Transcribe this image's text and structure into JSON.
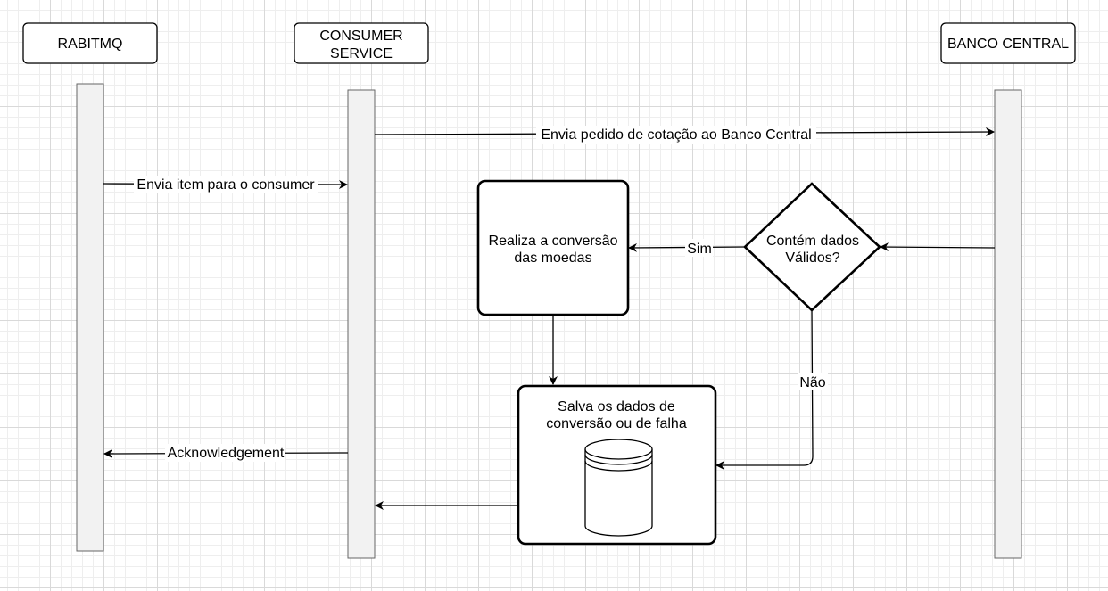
{
  "participants": {
    "rabbitmq": "RABITMQ",
    "consumer_line1": "CONSUMER",
    "consumer_line2": "SERVICE",
    "banco_central": "BANCO CENTRAL"
  },
  "process": {
    "conversion_line1": "Realiza a conversão",
    "conversion_line2": "das moedas",
    "save_line1": "Salva os dados de",
    "save_line2": "conversão ou de falha"
  },
  "decision": {
    "line1": "Contém dados",
    "line2": "Válidos?"
  },
  "messages": {
    "request_quote": "Envia pedido de cotação ao Banco Central",
    "send_item": "Envia item para o consumer",
    "yes": "Sim",
    "no": "Não",
    "ack": "Acknowledgement"
  },
  "icons": {
    "database": "database-icon",
    "arrowhead": "arrowhead-icon"
  },
  "colors": {
    "lifeline_fill": "#f2f2f2",
    "lifeline_stroke": "#666666",
    "stroke": "#000000",
    "grid": "#d9d9d9"
  }
}
